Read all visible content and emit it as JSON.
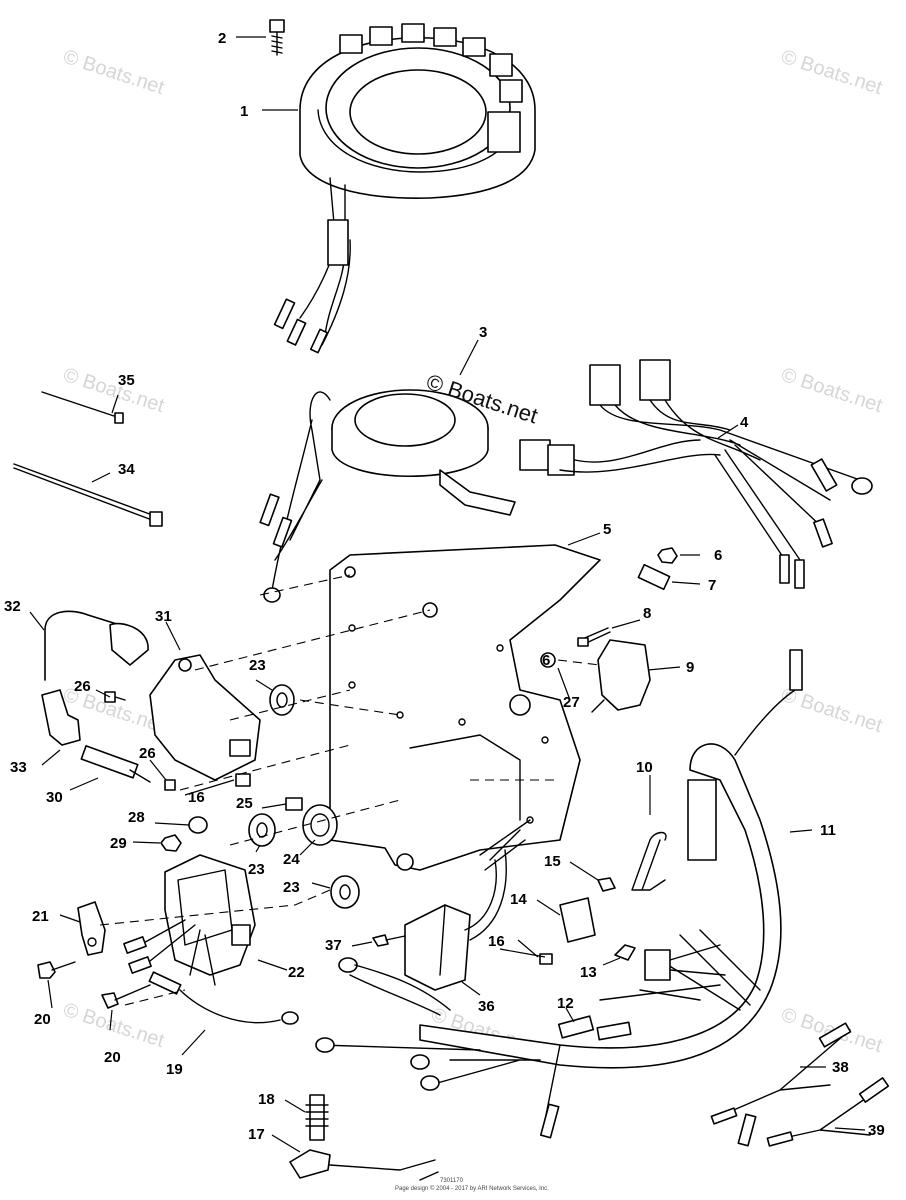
{
  "watermark": {
    "main": "© Boats.net",
    "repeat": "© Boats.net"
  },
  "footer": {
    "code": "7301170",
    "copyright": "Page design © 2004 - 2017 by ARI Network Services, Inc."
  },
  "callouts": {
    "c1": "1",
    "c2": "2",
    "c3": "3",
    "c4": "4",
    "c5": "5",
    "c6a": "6",
    "c6b": "6",
    "c7": "7",
    "c8": "8",
    "c9": "9",
    "c10": "10",
    "c11": "11",
    "c12": "12",
    "c13": "13",
    "c14": "14",
    "c15": "15",
    "c16a": "16",
    "c16b": "16",
    "c17": "17",
    "c18": "18",
    "c19": "19",
    "c20a": "20",
    "c20b": "20",
    "c21": "21",
    "c22": "22",
    "c23a": "23",
    "c23b": "23",
    "c23c": "23",
    "c24": "24",
    "c25": "25",
    "c26a": "26",
    "c26b": "26",
    "c27": "27",
    "c28": "28",
    "c29": "29",
    "c30": "30",
    "c31": "31",
    "c32": "32",
    "c33": "33",
    "c34": "34",
    "c35": "35",
    "c36": "36",
    "c37": "37",
    "c38": "38",
    "c39": "39"
  }
}
